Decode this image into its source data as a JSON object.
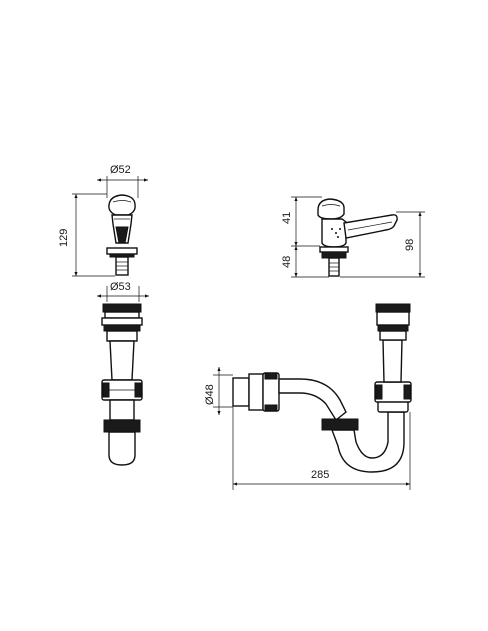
{
  "dimensions": {
    "tap_front_width": "Ø52",
    "tap_front_height": "129",
    "tap_base_diameter": "Ø53",
    "tap_side_upper": "41",
    "tap_side_lower": "48",
    "tap_side_total": "98",
    "trap_outlet_diameter": "Ø48",
    "trap_length": "285"
  }
}
